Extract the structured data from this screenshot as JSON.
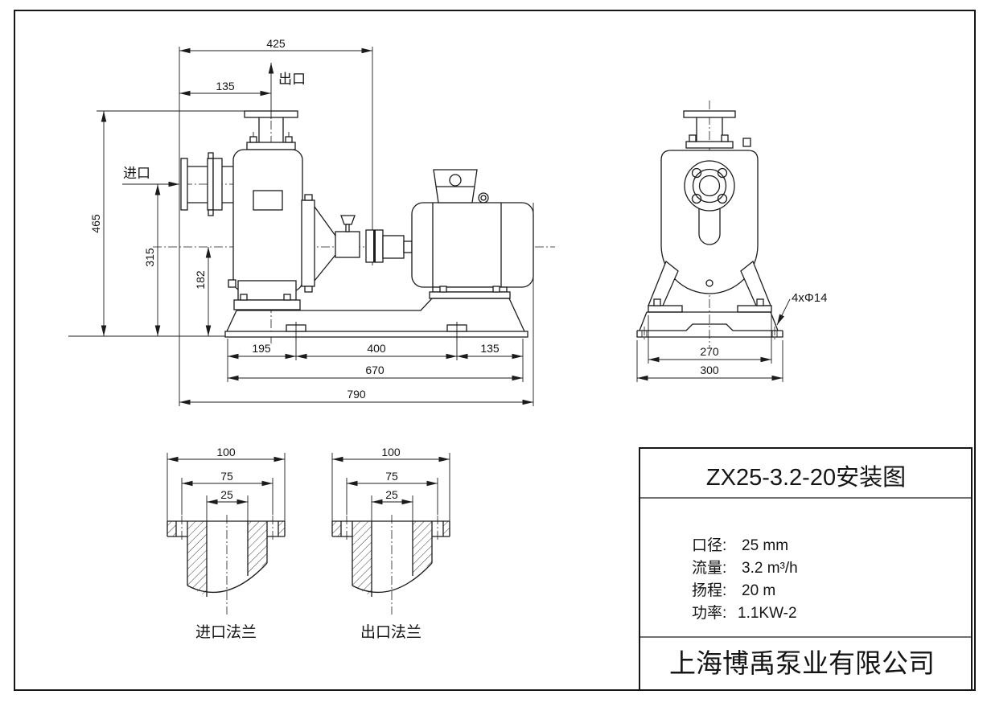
{
  "colors": {
    "ink": "#1b1b1b",
    "bg": "#ffffff"
  },
  "side_view": {
    "inlet_label": "进口",
    "outlet_label": "出口",
    "dims": {
      "flange_to_coupling": "425",
      "flange_to_outlet": "135",
      "height_outlet_flange": "465",
      "height_inlet_axis": "315",
      "height_shaft_axis": "182",
      "base_front_segment": "195",
      "anchor_bolt_span": "400",
      "base_rear_segment": "135",
      "base_length": "670",
      "overall_length": "790"
    }
  },
  "front_view": {
    "dims": {
      "anchor_span": "270",
      "base_width": "300"
    },
    "anchor_note": "4xΦ14"
  },
  "flanges": {
    "inlet": {
      "label": "进口法兰",
      "od": "100",
      "bolt_circle": "75",
      "bore": "25"
    },
    "outlet": {
      "label": "出口法兰",
      "od": "100",
      "bolt_circle": "75",
      "bore": "25"
    }
  },
  "title_block": {
    "title": "ZX25-3.2-20安装图",
    "specs": [
      {
        "label": "口径:",
        "value": "25 mm"
      },
      {
        "label": "流量:",
        "value": "3.2 m³/h"
      },
      {
        "label": "扬程:",
        "value": "20 m"
      },
      {
        "label": "功率:",
        "value": "1.1KW-2"
      }
    ],
    "company": "上海博禹泵业有限公司"
  }
}
